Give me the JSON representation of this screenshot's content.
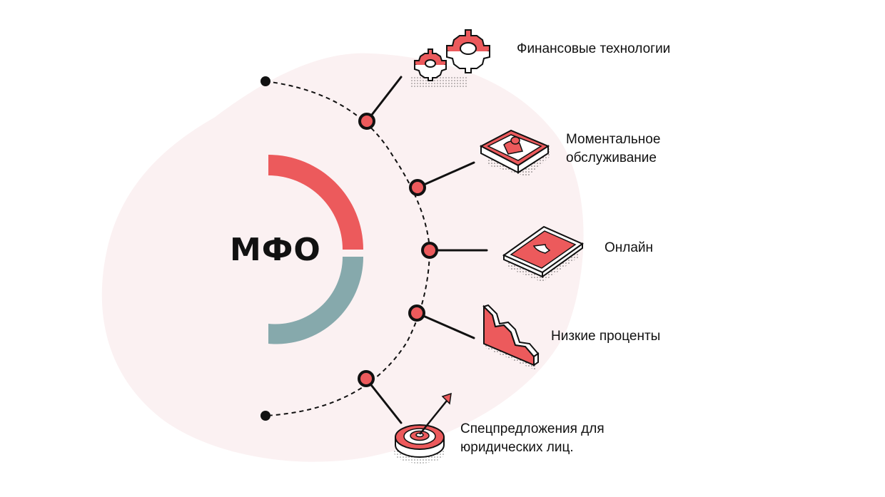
{
  "center": {
    "title": "МФО"
  },
  "items": [
    {
      "id": "fintech",
      "icon": "gears-icon",
      "lines": [
        "Финансовые технологии"
      ]
    },
    {
      "id": "instant-service",
      "icon": "user-card-icon",
      "lines": [
        "Моментальное",
        "обслуживание"
      ]
    },
    {
      "id": "online",
      "icon": "phone-tablet-icon",
      "lines": [
        "Онлайн"
      ]
    },
    {
      "id": "low-rates",
      "icon": "declining-chart-icon",
      "lines": [
        "Низкие проценты"
      ]
    },
    {
      "id": "special-offers",
      "icon": "target-arrow-icon",
      "lines": [
        "Спецпредложения для",
        "юридических лиц."
      ]
    }
  ],
  "colors": {
    "accent": "#ec5a5c",
    "teal": "#86a9ac",
    "blob": "#fbf1f2",
    "ink": "#111111"
  }
}
